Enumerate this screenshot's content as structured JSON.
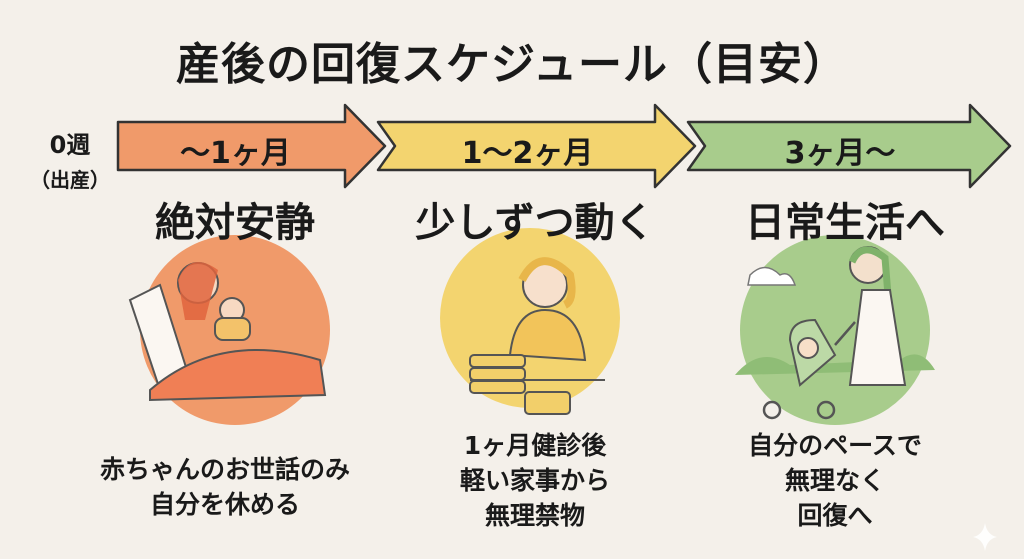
{
  "title": "産後の回復スケジュール（目安）",
  "start": {
    "week": "0週",
    "birth": "（出産）"
  },
  "stages": [
    {
      "period": "〜1ヶ月",
      "phase": "絶対安静",
      "desc": [
        "赤ちゃんのお世話のみ",
        "自分を休める"
      ],
      "color": "#f09a6a"
    },
    {
      "period": "1〜2ヶ月",
      "phase": "少しずつ動く",
      "desc": [
        "1ヶ月健診後",
        "軽い家事から",
        "無理禁物"
      ],
      "color": "#f3d46f"
    },
    {
      "period": "3ヶ月〜",
      "phase": "日常生活へ",
      "desc": [
        "自分のペースで",
        "無理なく",
        "回復へ"
      ],
      "color": "#a8cc8c"
    }
  ]
}
